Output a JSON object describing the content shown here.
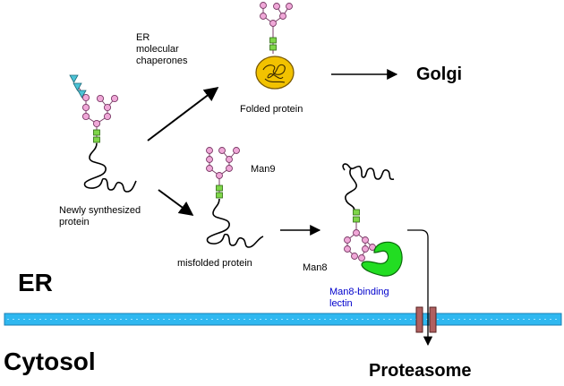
{
  "labels": {
    "er_chaperones_line1": "ER",
    "er_chaperones_line2": "molecular",
    "er_chaperones_line3": "chaperones",
    "folded_protein": "Folded protein",
    "golgi": "Golgi",
    "man9": "Man9",
    "newly_synth_line1": "Newly synthesized",
    "newly_synth_line2": "protein",
    "misfolded_protein": "misfolded protein",
    "man8": "Man8",
    "man8_lectin_line1": "Man8-binding",
    "man8_lectin_line2": "lectin",
    "er": "ER",
    "cytosol": "Cytosol",
    "proteasome": "Proteasome"
  },
  "colors": {
    "mannose": "#f0a8d8",
    "glcnac": "#7fd64a",
    "glucose": "#4cc3d6",
    "folded_core": "#f2c200",
    "lectin": "#22dd22",
    "membrane": "#2fb8f0",
    "lectin_label": "#0000cc",
    "channel": "#b06060"
  }
}
